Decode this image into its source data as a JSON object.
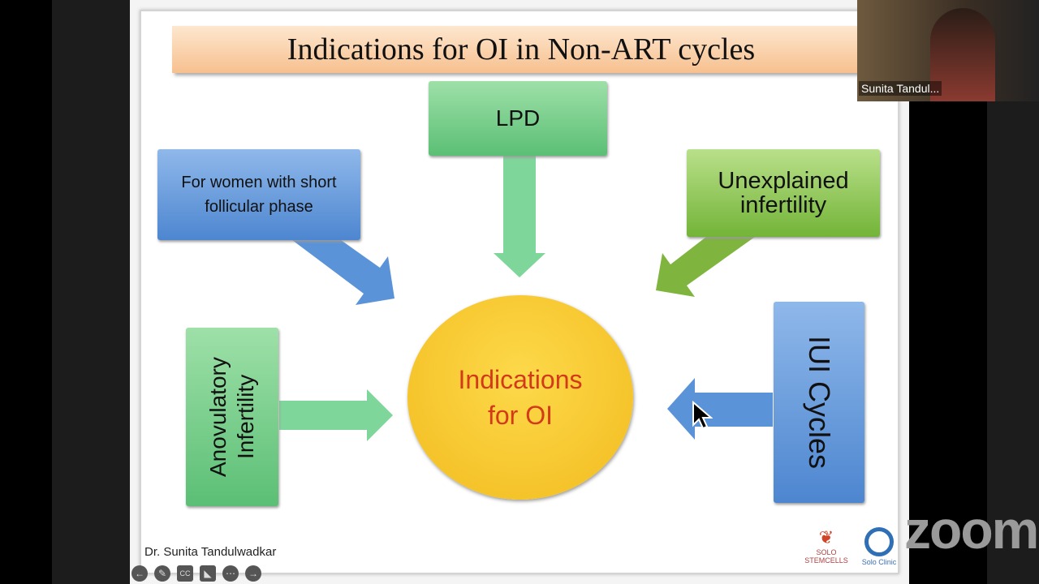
{
  "slide": {
    "title": "Indications for  OI in Non-ART  cycles",
    "boxes": {
      "lpd": "LPD",
      "short_follicular": "For women with short follicular phase",
      "unexplained": "Unexplained infertility",
      "anovulatory": "Anovulatory Infertility",
      "iui": "IUI Cycles"
    },
    "center": "Indications for OI",
    "footer": "Dr. Sunita Tandulwadkar",
    "logos": [
      "SOLO STEMCELLS",
      "Solo Clinic"
    ]
  },
  "video": {
    "participant_name": "Sunita Tandul...",
    "watermark": "zoom"
  },
  "controls": [
    {
      "icon": "arrow-left-icon",
      "glyph": "←"
    },
    {
      "icon": "pen-icon",
      "glyph": "✎"
    },
    {
      "icon": "cc-icon",
      "glyph": "CC"
    },
    {
      "icon": "pointer-icon",
      "glyph": "◣"
    },
    {
      "icon": "more-icon",
      "glyph": "⋯"
    },
    {
      "icon": "arrow-right-icon",
      "glyph": "→"
    }
  ],
  "colors": {
    "blue": "#4d86d0",
    "green": "#5bbf75",
    "center": "#f2bb1e",
    "center_text": "#d33a1a"
  }
}
